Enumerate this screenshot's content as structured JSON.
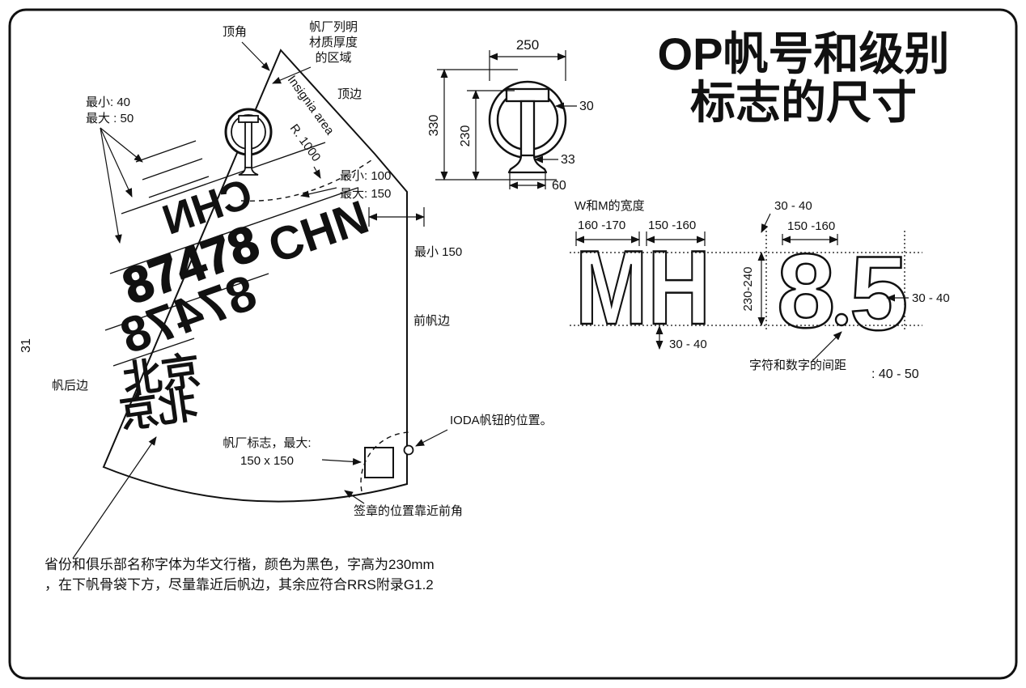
{
  "page": {
    "title_line1": "OP帆号和级别",
    "title_line2": "标志的尺寸",
    "page_number": "31"
  },
  "colors": {
    "ink": "#111111",
    "mirror_gray": "#9a9a9a"
  },
  "sail": {
    "labels": {
      "top_corner": "顶角",
      "maker_area_1": "帆厂列明",
      "maker_area_2": "材质厚度",
      "maker_area_3": "的区域",
      "top_edge": "顶边",
      "insignia_area": "Insignia area",
      "radius": "R. 1000",
      "band_min": "最小: 40",
      "band_max": "最大 : 50",
      "insignia_min": "最小: 100",
      "insignia_max": "最大: 150",
      "luff_min": "最小 150",
      "luff": "前帆边",
      "leech": "帆后边",
      "maker_logo_1": "帆厂标志，最大:",
      "maker_logo_2": "150 x 150",
      "ioda_button": "IODA帆钮的位置。",
      "seal": "签章的位置靠近前角"
    },
    "marks": {
      "country_code": "CHN",
      "country_code_mirror": "CHN",
      "sail_number": "87478",
      "sail_number_mirror": "87478",
      "club_name": "北京",
      "club_name_mirror": "北京"
    },
    "footnote_1": "省份和俱乐部名称字体为华文行楷，颜色为黑色，字高为230mm",
    "footnote_2": "，在下帆骨袋下方，尽量靠近后帆边，其余应符合RRS附录G1.2"
  },
  "insignia_detail": {
    "width": "250",
    "total_height": "330",
    "inner_height": "230",
    "ring_thickness": "30",
    "stem_width": "33",
    "foot_width": "60"
  },
  "letter_spec": {
    "wm_width_label": "W和M的宽度",
    "m_width": "160 -170",
    "h_width": "150 -160",
    "letters": "MH",
    "char_height": "230-240",
    "stroke_top": "30 - 40",
    "digit_width": "150 -160",
    "digit_8": "8",
    "digit_5": "5",
    "stroke_right": "30 - 40",
    "stroke_bottom": "30 - 40",
    "spacing_label": "字符和数字的间距",
    "spacing_value": ": 40 - 50"
  }
}
